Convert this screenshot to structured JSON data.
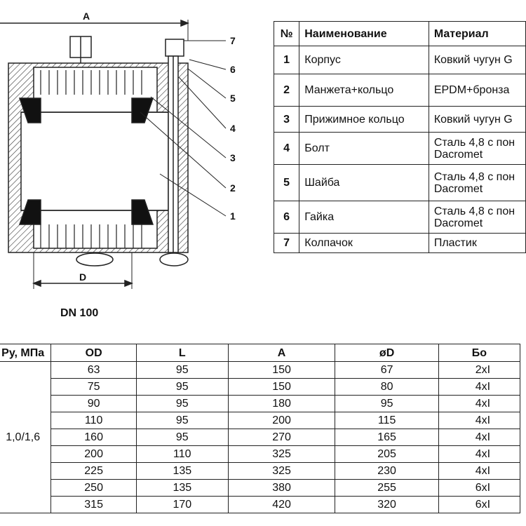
{
  "drawing": {
    "dim_a": "A",
    "dim_d": "D",
    "callouts": [
      "7",
      "6",
      "5",
      "4",
      "3",
      "2",
      "1"
    ],
    "caption": "DN 100"
  },
  "parts_table": {
    "headers": [
      "№",
      "Наименование",
      "Материал"
    ],
    "rows": [
      {
        "num": "1",
        "name": "Корпус",
        "material": "Ковкий чугун G"
      },
      {
        "num": "2",
        "name": "Манжета+кольцо",
        "material": "EPDM+бронза"
      },
      {
        "num": "3",
        "name": "Прижимное кольцо",
        "material": "Ковкий чугун G"
      },
      {
        "num": "4",
        "name": "Болт",
        "material": "Сталь 4,8 с пон Dacromet"
      },
      {
        "num": "5",
        "name": "Шайба",
        "material": "Сталь 4,8 с пон Dacromet"
      },
      {
        "num": "6",
        "name": "Гайка",
        "material": "Сталь 4,8 с пон Dacromet"
      },
      {
        "num": "7",
        "name": "Колпачок",
        "material": "Пластик"
      }
    ]
  },
  "dims_table": {
    "headers": [
      "Ру, МПа",
      "OD",
      "L",
      "A",
      "øD",
      "Бо"
    ],
    "pressure": "1,0/1,6",
    "rows": [
      [
        "63",
        "95",
        "150",
        "67",
        "2xI"
      ],
      [
        "75",
        "95",
        "150",
        "80",
        "4xI"
      ],
      [
        "90",
        "95",
        "180",
        "95",
        "4xI"
      ],
      [
        "110",
        "95",
        "200",
        "115",
        "4xI"
      ],
      [
        "160",
        "95",
        "270",
        "165",
        "4xI"
      ],
      [
        "200",
        "110",
        "325",
        "205",
        "4xI"
      ],
      [
        "225",
        "135",
        "325",
        "230",
        "4xI"
      ],
      [
        "250",
        "135",
        "380",
        "255",
        "6xI"
      ],
      [
        "315",
        "170",
        "420",
        "320",
        "6xI"
      ]
    ]
  }
}
